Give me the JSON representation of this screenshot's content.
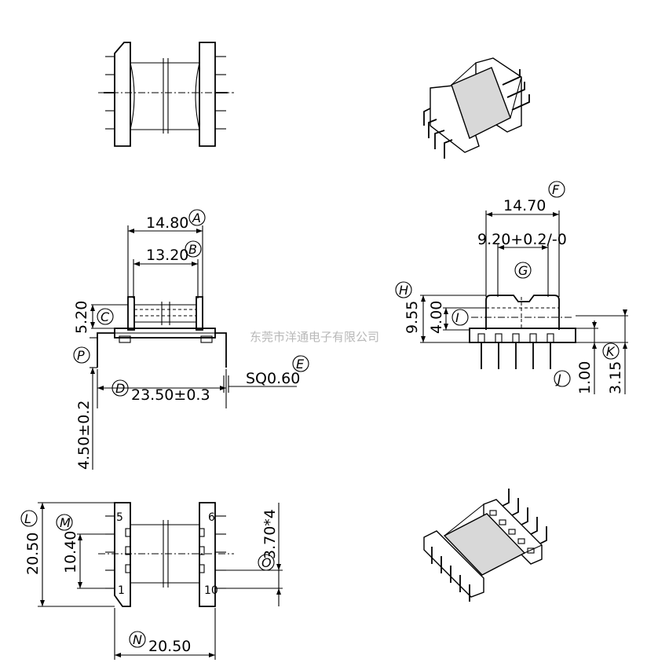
{
  "watermark": "东莞市洋通电子有限公司",
  "callouts": {
    "A": "A",
    "B": "B",
    "C": "C",
    "D": "D",
    "E": "E",
    "F": "F",
    "G": "G",
    "H": "H",
    "I": "I",
    "J": "J",
    "K": "K",
    "L": "L",
    "M": "M",
    "N": "N",
    "O": "O",
    "P": "P"
  },
  "dimensions": {
    "A": "14.80",
    "B": "13.20",
    "C": "5.20",
    "D": "23.50±0.3",
    "E": "SQ0.60",
    "F": "14.70",
    "G": "9.20+0.2/-0",
    "H": "9.55",
    "I": "4.00",
    "J": "1.00",
    "K": "3.15",
    "L": "20.50",
    "M": "10.40",
    "N": "20.50",
    "O": "3.70*4",
    "P": "4.50±0.2"
  },
  "pin_numbers": {
    "tl": "5",
    "tr": "6",
    "bl": "1",
    "br": "10"
  }
}
